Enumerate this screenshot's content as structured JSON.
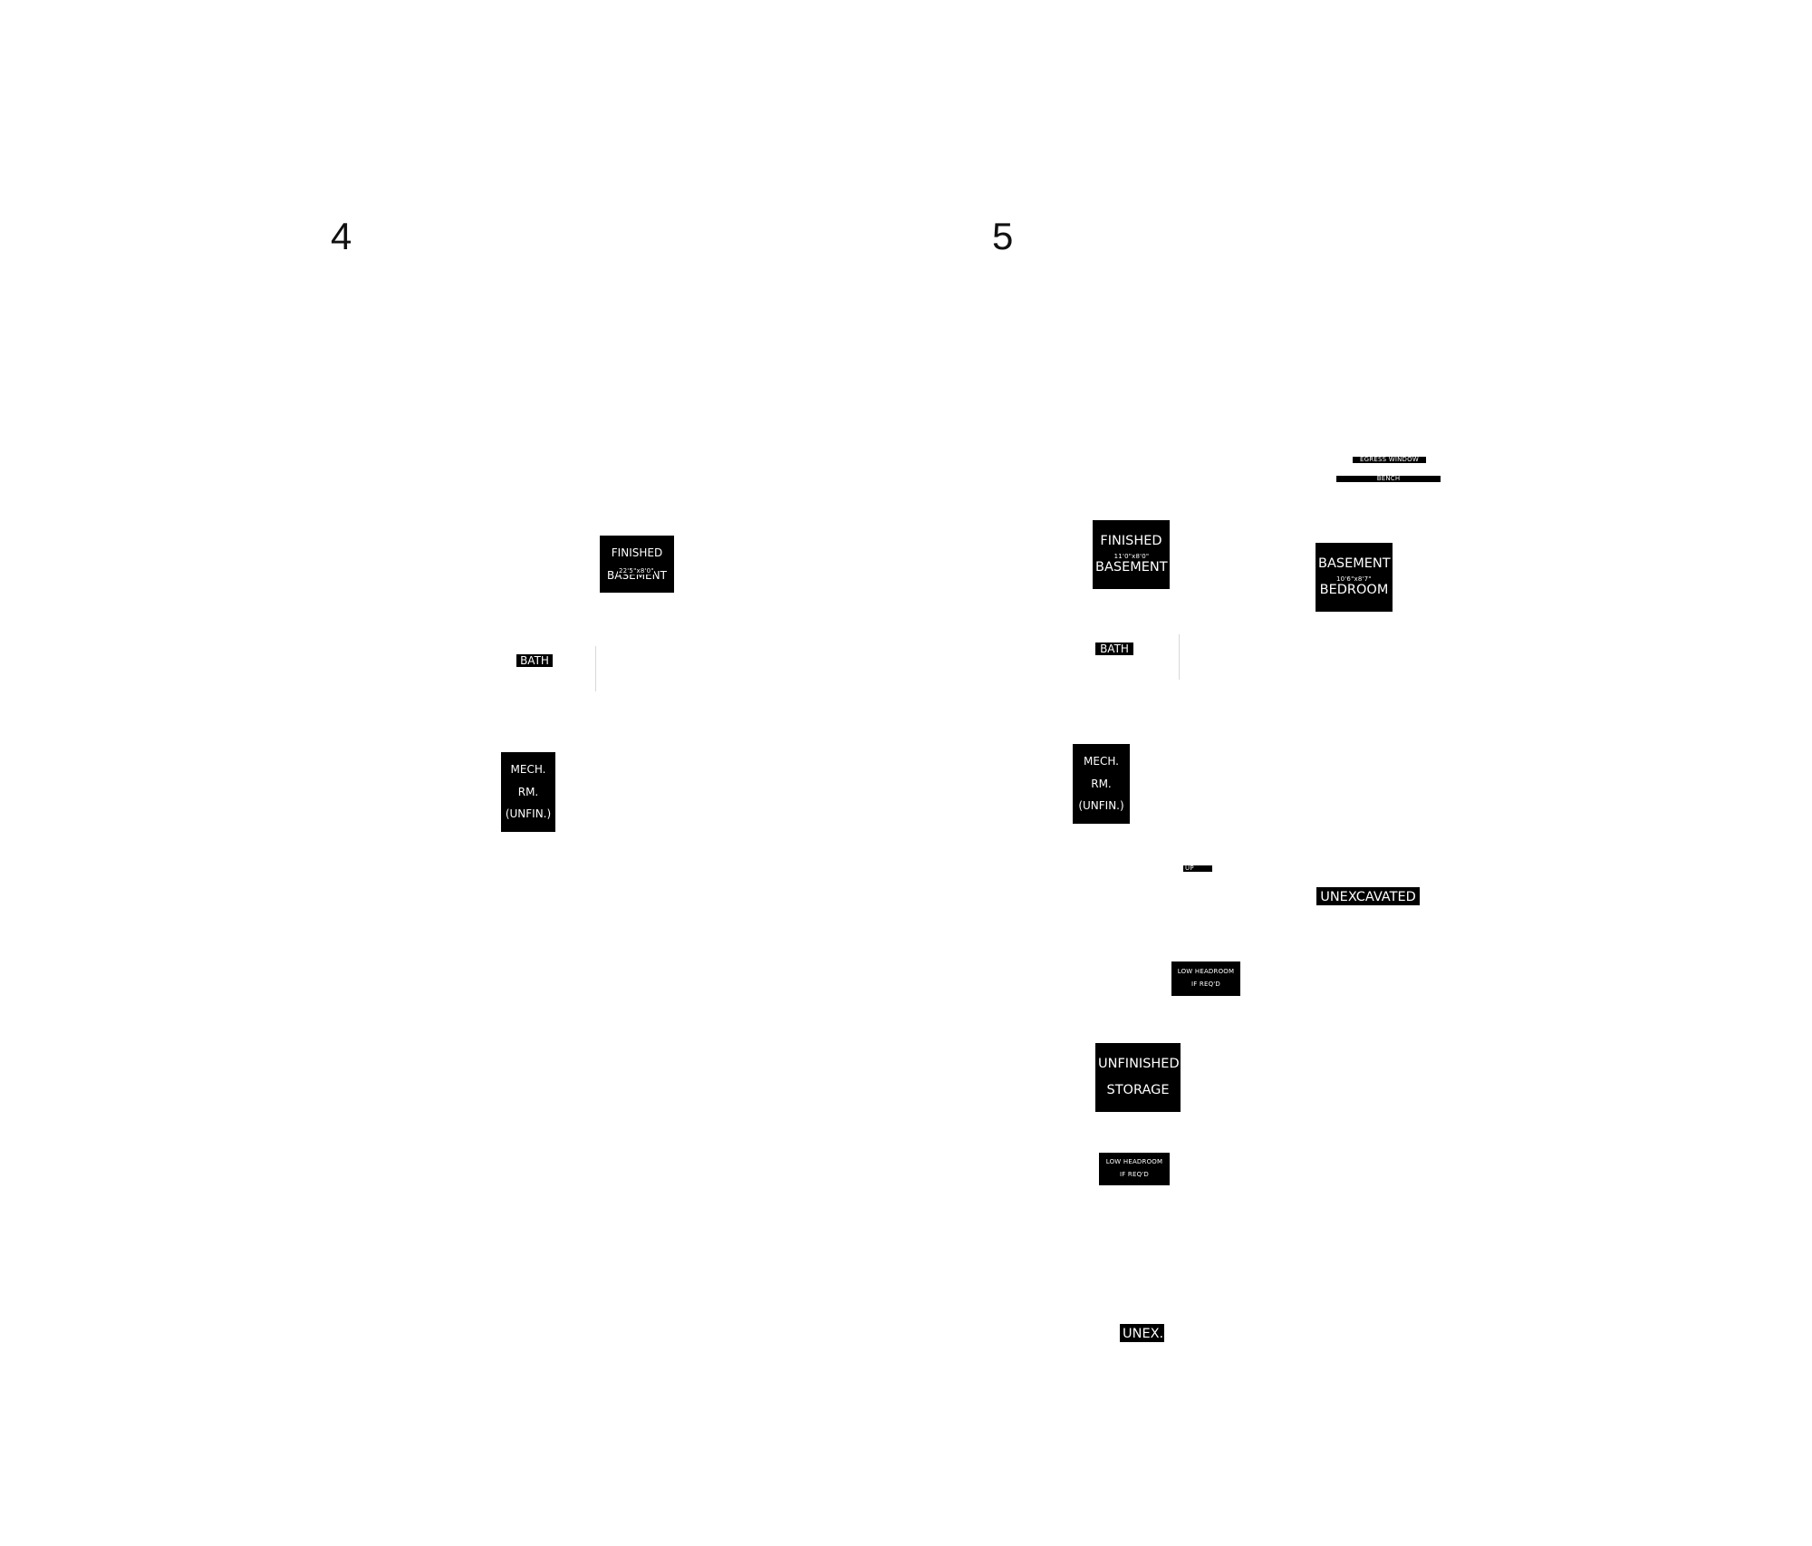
{
  "plans": [
    {
      "number": "4",
      "rooms": {
        "finished_basement": {
          "name_line1": "FINISHED",
          "name_line2": "BASEMENT",
          "dimensions": "22'5\"x8'0\""
        },
        "bath": {
          "name": "BATH"
        },
        "mech_room": {
          "name_line1": "MECH.",
          "name_line2": "RM.",
          "name_line3": "(UNFIN.)"
        }
      }
    },
    {
      "number": "5",
      "rooms": {
        "egress_window": {
          "label": "EGRESS WINDOW"
        },
        "bench": {
          "label": "BENCH"
        },
        "finished_basement": {
          "name_line1": "FINISHED",
          "name_line2": "BASEMENT",
          "dimensions": "11'0\"x8'0\""
        },
        "basement_bedroom": {
          "name_line1": "BASEMENT",
          "name_line2": "BEDROOM",
          "dimensions": "10'6\"x8'7\""
        },
        "bath": {
          "name": "BATH"
        },
        "mech_room": {
          "name_line1": "MECH.",
          "name_line2": "RM.",
          "name_line3": "(UNFIN.)"
        },
        "stair": {
          "label": "UP"
        },
        "unexcavated": {
          "label": "UNEXCAVATED"
        },
        "low_headroom_1": {
          "line1": "LOW HEADROOM",
          "line2": "IF REQ'D"
        },
        "unfinished_storage": {
          "name_line1": "UNFINISHED",
          "name_line2": "STORAGE"
        },
        "low_headroom_2": {
          "line1": "LOW HEADROOM",
          "line2": "IF REQ'D"
        },
        "unex": {
          "label": "UNEX."
        }
      }
    }
  ]
}
